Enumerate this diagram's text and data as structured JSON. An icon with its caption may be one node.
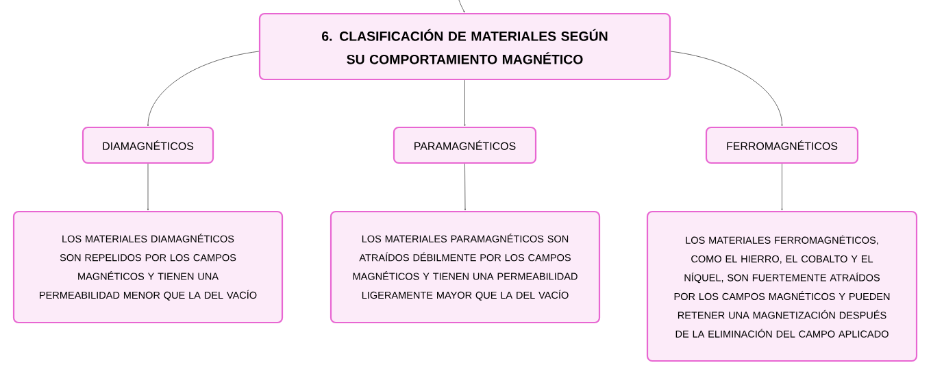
{
  "diagram": {
    "nodes": [
      {
        "text": [
          "6. CLASIFICACIÓN DE MATERIALES SEGÚN SU COMPORTAMIENTO MAGNÉTICO"
        ]
      },
      {
        "text": [
          "DIAMAGNÉTICOS"
        ]
      },
      {
        "text": [
          "PARAMAGNÉTICOS"
        ]
      },
      {
        "text": [
          "FERROMAGNÉTICOS"
        ]
      },
      {
        "text": [
          "LOS MATERIALES DIAMAGNÉTICOS SON REPELIDOS POR LOS CAMPOS MAGNÉTICOS Y TIENEN UNA PERMEABILIDAD MENOR QUE LA DEL VACÍO"
        ]
      },
      {
        "text": [
          "LOS MATERIALES PARAMAGNÉTICOS SON ATRAÍDOS DÉBILMENTE POR LOS CAMPOS MAGNÉTICOS Y TIENEN UNA PERMEABILIDAD LIGERAMENTE MAYOR QUE LA DEL VACÍO"
        ]
      },
      {
        "text": [
          "LOS MATERIALES FERROMAGNÉTICOS, COMO EL HIERRO, EL COBALTO Y EL NÍQUEL, SON FUERTEMENTE ATRAÍDOS POR LOS CAMPOS MAGNÉTICOS Y PUEDEN RETENER UNA MAGNETIZACIÓN DESPUÉS DE LA ELIMINACIÓN DEL CAMPO APLICADO"
        ]
      }
    ],
    "edges": [
      {
        "from": null,
        "to": 0,
        "arrow": "to"
      },
      {
        "from": 0,
        "to": 1,
        "arrow": "to"
      },
      {
        "from": 0,
        "to": 2,
        "arrow": "to"
      },
      {
        "from": 0,
        "to": 3,
        "arrow": "to"
      },
      {
        "from": 1,
        "to": 4,
        "arrow": "to"
      },
      {
        "from": 2,
        "to": 5,
        "arrow": "to"
      },
      {
        "from": 3,
        "to": 6,
        "arrow": "to"
      }
    ]
  }
}
